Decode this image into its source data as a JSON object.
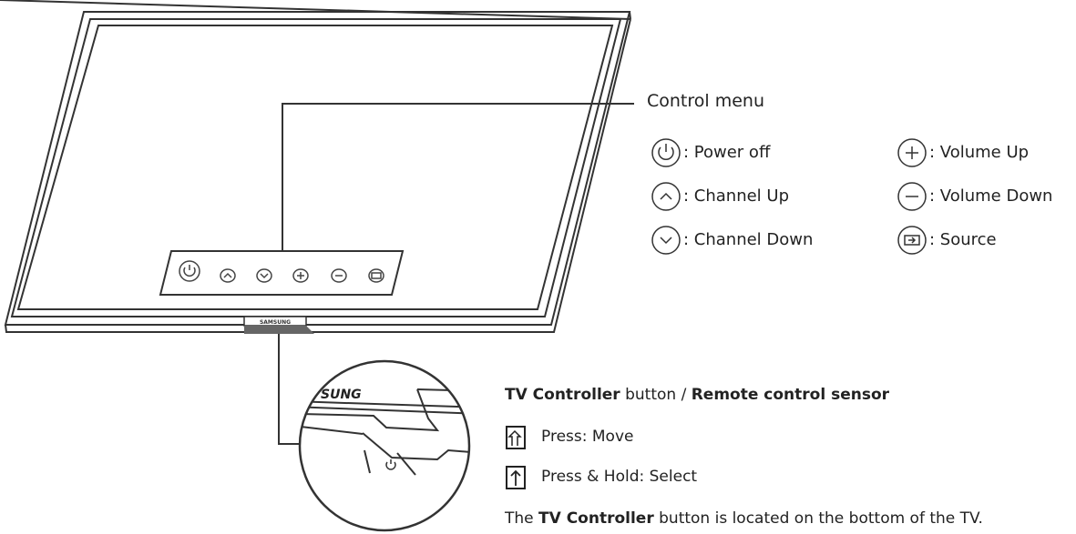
{
  "control_menu": {
    "title": "Control menu",
    "left_items": [
      {
        "icon": "power-icon",
        "label": ": Power off"
      },
      {
        "icon": "chevron-up-icon",
        "label": ": Channel Up"
      },
      {
        "icon": "chevron-down-icon",
        "label": ": Channel Down"
      }
    ],
    "right_items": [
      {
        "icon": "plus-icon",
        "label": ": Volume Up"
      },
      {
        "icon": "minus-icon",
        "label": ": Volume Down"
      },
      {
        "icon": "source-icon",
        "label": ": Source"
      }
    ]
  },
  "tv": {
    "brand": "SAMSUNG",
    "zoom_brand": "SUNG"
  },
  "tv_controller": {
    "title_part1": "TV Controller",
    "title_part2": " button / ",
    "title_part3": "Remote control sensor",
    "press_move": "Press: Move",
    "press_hold": "Press & Hold: Select",
    "note_part1": "The ",
    "note_part2": "TV Controller",
    "note_part3": " button is located on the bottom of the TV."
  }
}
